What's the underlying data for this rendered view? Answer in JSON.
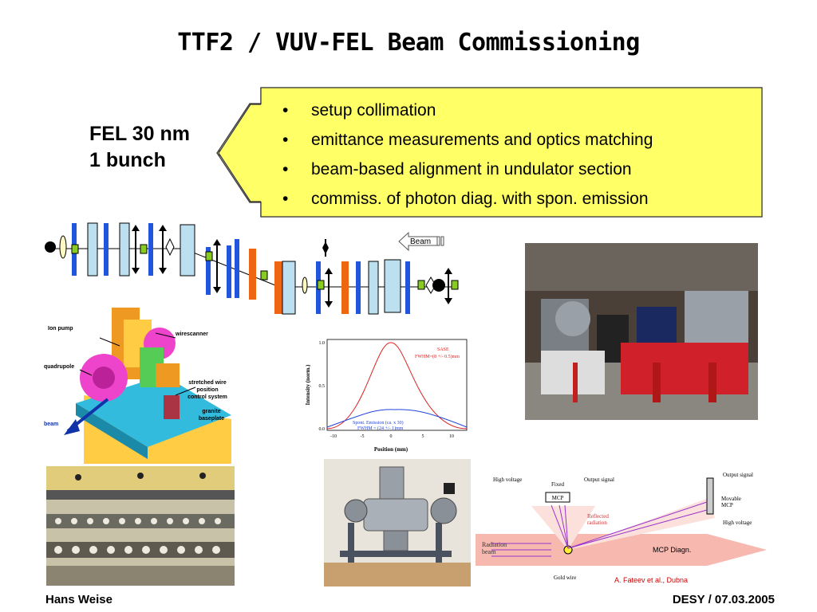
{
  "slide": {
    "title": "TTF2 / VUV-FEL Beam Commissioning",
    "fel_line1": "FEL 30 nm",
    "fel_line2": "1 bunch",
    "bullets": [
      "setup collimation",
      "emittance measurements and optics matching",
      "beam-based alignment in undulator section",
      "commiss. of photon diag. with spon. emission"
    ],
    "callout_color": "#ffff66",
    "footer_left": "Hans Weise",
    "footer_right": "DESY / 07.03.2005"
  },
  "beamline": {
    "beam_label": "Beam"
  },
  "tech_drawing": {
    "labels": {
      "ion_pump": "Ion pump",
      "wirescanner": "wirescanner",
      "quadrupole": "quadrupole",
      "stretched_wire": "stretched wire\nposition\ncontrol system",
      "granite": "granite\nbaseplate",
      "beam": "beam"
    }
  },
  "emission_plot": {
    "sase_label": "SASE",
    "sase_fwhm": "FWHM=(8 +/- 0.5)mm",
    "spont_label": "Spont. Emission (ca. x 30)",
    "spont_fwhm": "FWHM = (24 +/- 1)mm",
    "xlabel": "Position (mm)",
    "ylabel": "Intensity (norm.)",
    "xticks": [
      "-10",
      "-5",
      "0",
      "5",
      "10"
    ],
    "yticks": [
      "0.0",
      "0.5",
      "1.0"
    ]
  },
  "mcp_diagram": {
    "high_voltage_top": "High voltage",
    "fixed_mcp": "Fixed\nMCP",
    "output_signal_left": "Output signal",
    "output_signal_right": "Output signal",
    "reflected": "Reflected\nradiation",
    "movable_mcp": "Movable\nMCP",
    "high_voltage_right": "High voltage",
    "radiation_beam": "Radiation\nbeam",
    "gold_wire": "Gold wire",
    "mcp_diagn": "MCP Diagn.",
    "credit": "A. Fateev et al., Dubna"
  }
}
